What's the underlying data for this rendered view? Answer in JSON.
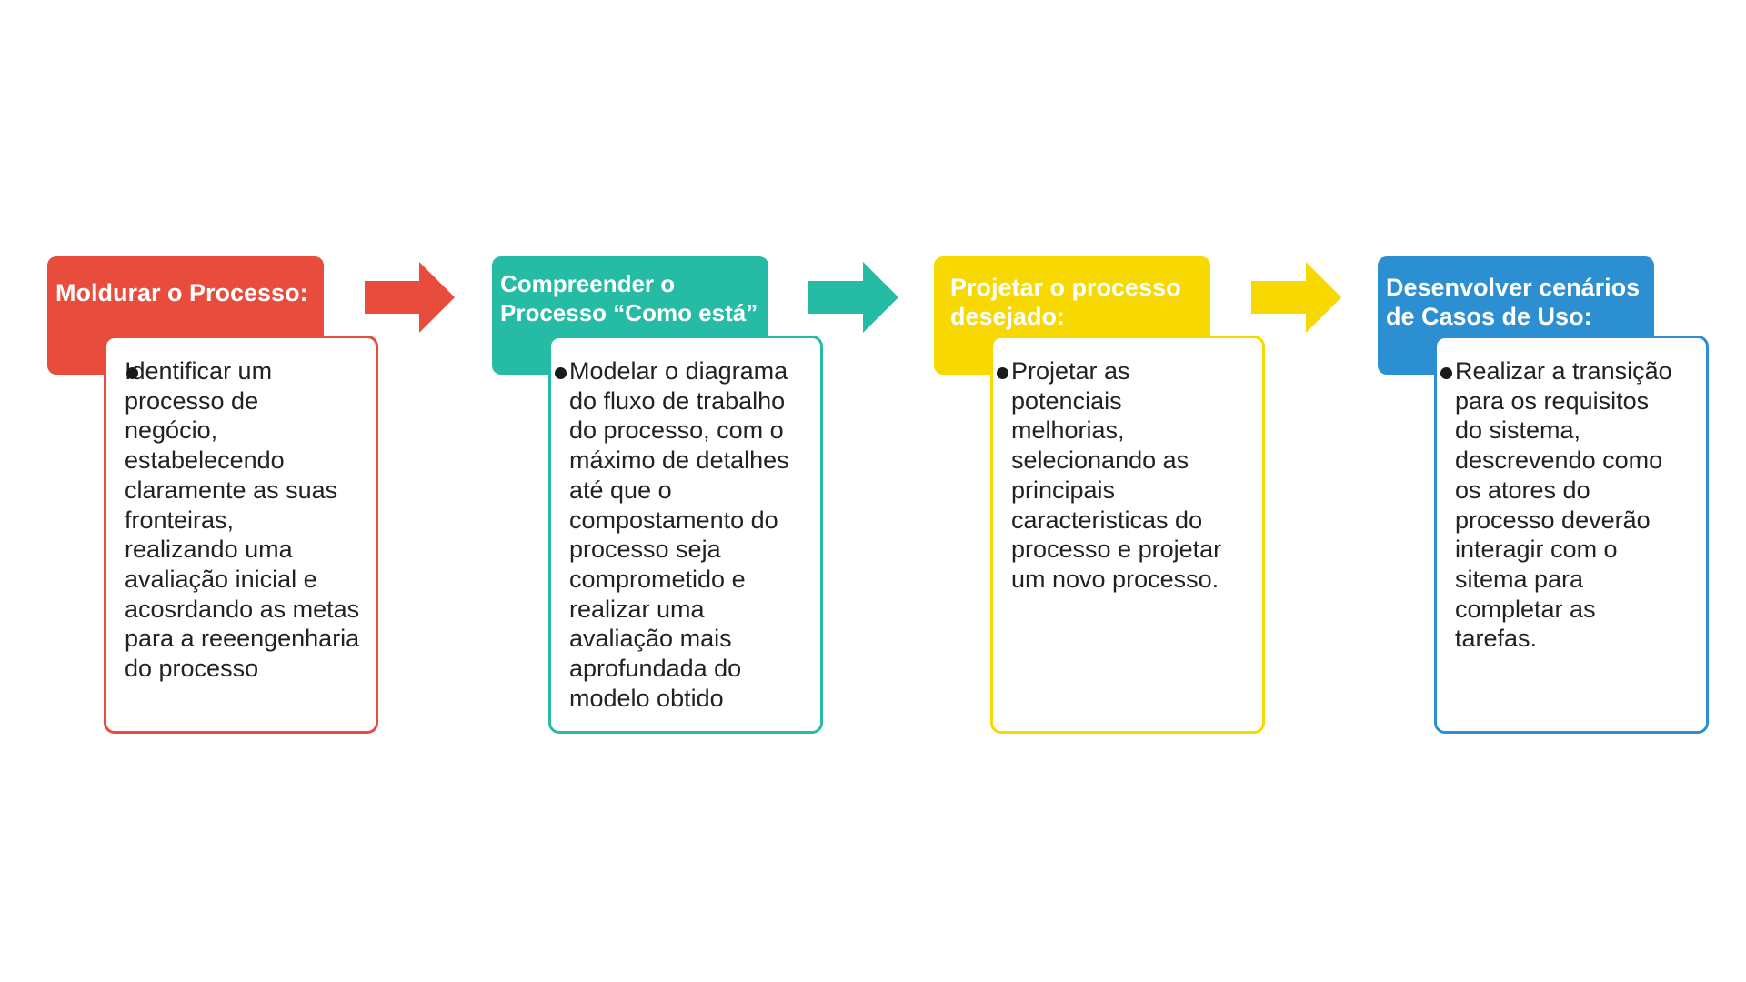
{
  "steps": [
    {
      "title": "Moldurar o Processo:",
      "description": "Identificar um\nprocesso de\nnegócio,\nestabelecendo\nclaramente as suas\nfronteiras,\nrealizando uma\navaliação inicial e\nacosrdando as metas\npara a reeengenharia\ndo processo",
      "color": "#E84C3D"
    },
    {
      "title": "Compreender o\nProcesso “Como está”",
      "description": "Modelar o diagrama\ndo fluxo de trabalho\ndo processo, com o\nmáximo de detalhes\naté que o\ncompostamento do\nprocesso seja\ncomprometido e\nrealizar uma\navaliação mais\naprofundada do\nmodelo obtido",
      "color": "#26BBA4"
    },
    {
      "title": "Projetar o processo\ndesejado:",
      "description": "Projetar as\npotenciais\nmelhorias,\nselecionando as\nprincipais\ncaracteristicas do\nprocesso e projetar\num novo processo.",
      "color": "#F7D800"
    },
    {
      "title": "Desenvolver cenários\nde Casos de Uso:",
      "description": "Realizar a transição\npara os requisitos\ndo sistema,\ndescrevendo como\nos atores do\nprocesso deverão\ninteragir com o\nsitema para\ncompletar as\ntarefas.",
      "color": "#2B8FD1"
    }
  ],
  "arrows": [
    {
      "color": "#E84C3D"
    },
    {
      "color": "#26BBA4"
    },
    {
      "color": "#F7D800"
    }
  ]
}
